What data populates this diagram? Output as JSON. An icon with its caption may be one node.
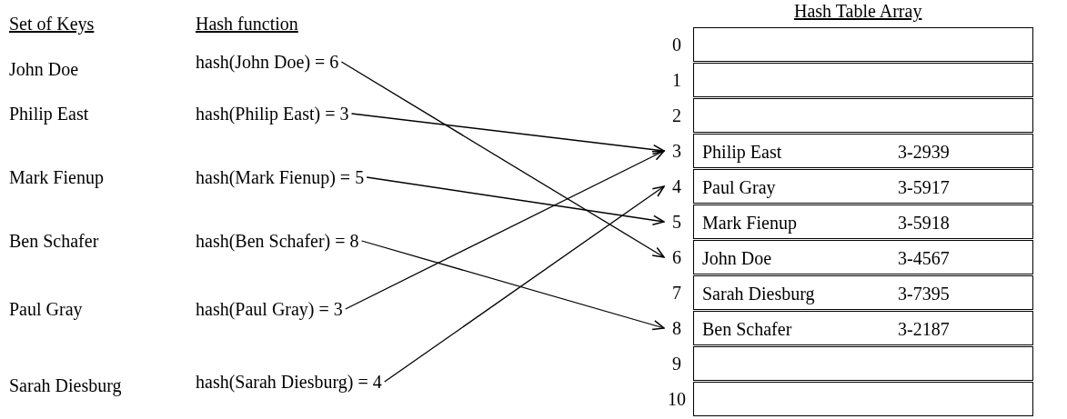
{
  "diagram": {
    "nodes": [
      {
        "text": [
          "hash(John Doe) = 6"
        ]
      },
      {
        "text": [
          "hash(Philip East) = 3"
        ]
      },
      {
        "text": [
          "hash(Mark Fienup) = 5"
        ]
      },
      {
        "text": [
          "hash(Ben Schafer) = 8"
        ]
      },
      {
        "text": [
          "hash(Paul Gray) = 3"
        ]
      },
      {
        "text": [
          "hash(Sarah Diesburg) = 4"
        ]
      },
      {
        "text": [
          "3"
        ]
      },
      {
        "text": [
          "4"
        ]
      },
      {
        "text": [
          "5"
        ]
      },
      {
        "text": [
          "6"
        ]
      },
      {
        "text": [
          "8"
        ]
      },
      {
        "text": [],
        "shape": "box"
      },
      {
        "text": [],
        "shape": "box"
      },
      {
        "text": [],
        "shape": "box"
      },
      {
        "text": [
          "Philip East",
          "3-2939"
        ]
      },
      {
        "text": [
          "Paul Gray",
          "3-5917"
        ]
      },
      {
        "text": [
          "Mark Fienup",
          "3-5918"
        ]
      },
      {
        "text": [
          "John Doe",
          "3-4567"
        ]
      },
      {
        "text": [
          "Sarah Diesburg",
          "3-7395"
        ]
      },
      {
        "text": [
          "Ben Schafer",
          "3-2187"
        ]
      },
      {
        "text": [],
        "shape": "box"
      },
      {
        "text": [],
        "shape": "box"
      }
    ],
    "edges": [
      {
        "from": 0,
        "to": 9,
        "arrow": "to"
      },
      {
        "from": 1,
        "to": 6,
        "arrow": "to"
      },
      {
        "from": 2,
        "to": 8,
        "arrow": "to"
      },
      {
        "from": 3,
        "to": 10,
        "arrow": "to"
      },
      {
        "from": 4,
        "to": 6,
        "arrow": "to"
      },
      {
        "from": 5,
        "to": 7,
        "arrow": "to"
      }
    ],
    "labels": [
      "Set of Keys",
      "Hash function",
      "Hash Table Array",
      "John Doe",
      "Philip East",
      "Mark Fienup",
      "Ben Schafer",
      "Paul Gray",
      "Sarah Diesburg",
      "0",
      "1",
      "2",
      "7",
      "9",
      "10"
    ]
  }
}
